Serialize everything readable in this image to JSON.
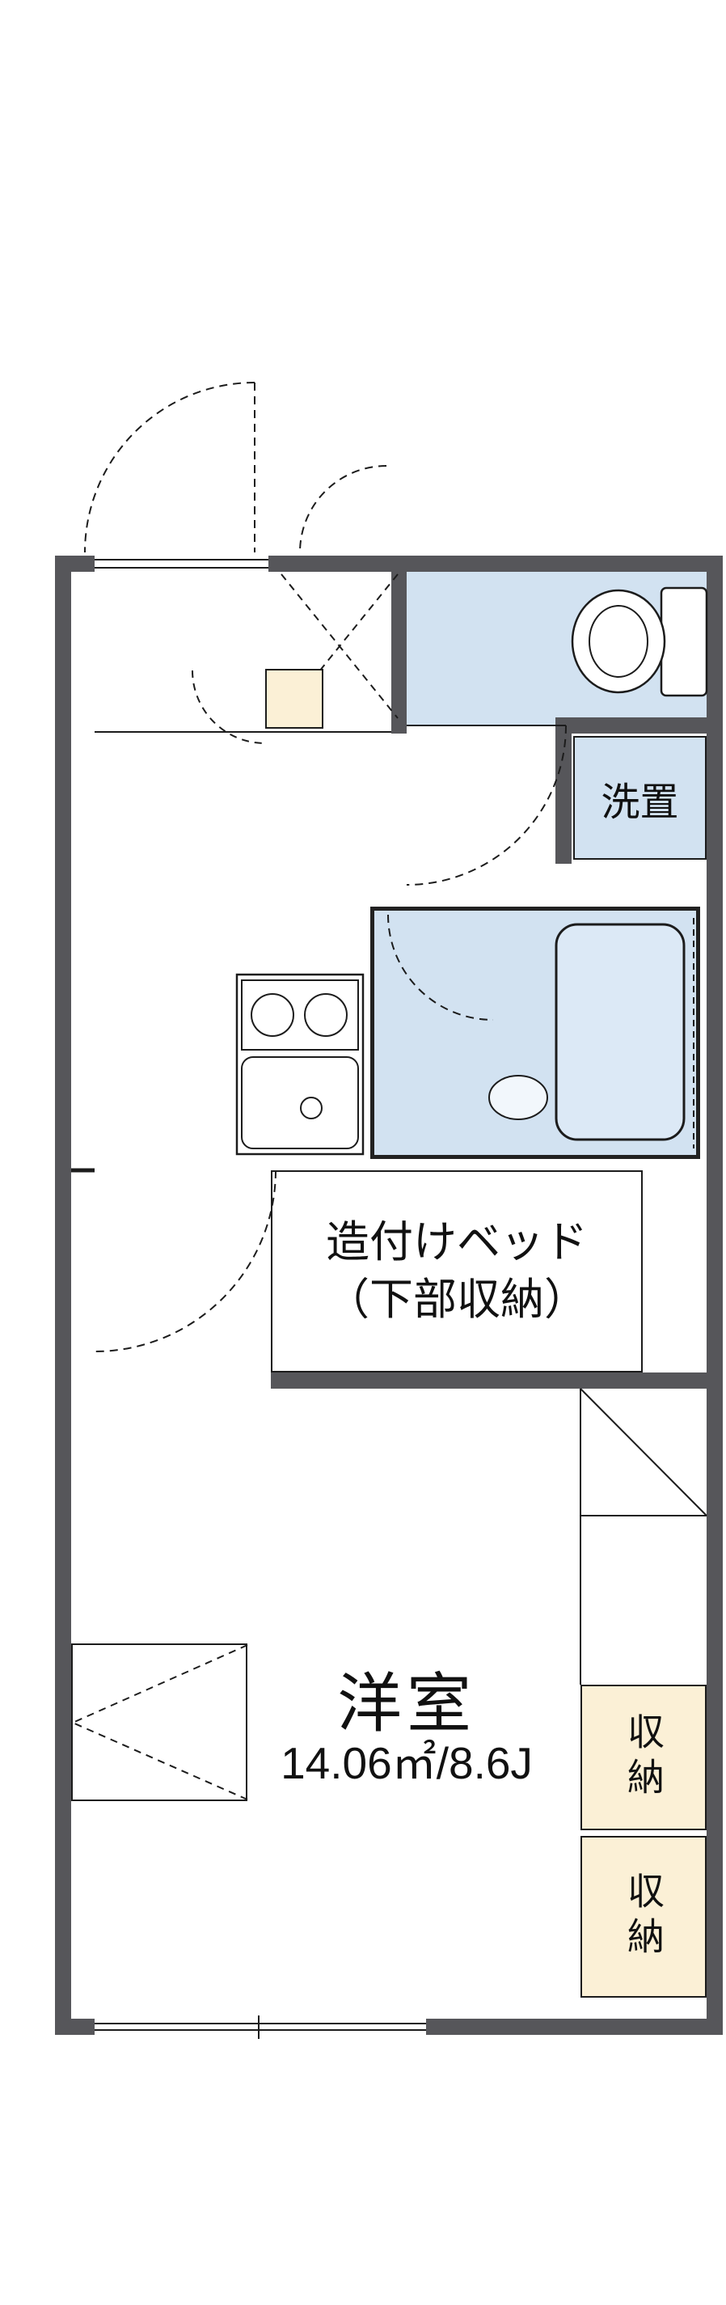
{
  "floor_plan": {
    "washing": {
      "label": "洗置"
    },
    "bed": {
      "line1": "造付けベッド",
      "line2": "（下部収納）"
    },
    "room": {
      "name": "洋室",
      "size": "14.06㎡/8.6J"
    },
    "storage_upper": {
      "label": "収納"
    },
    "storage_lower": {
      "label": "収納"
    },
    "colors": {
      "wall": "#56565a",
      "water_blue": "#d2e2f1",
      "storage_cream": "#fbf0d6",
      "line": "#1c1c1c",
      "background": "#ffffff"
    }
  }
}
